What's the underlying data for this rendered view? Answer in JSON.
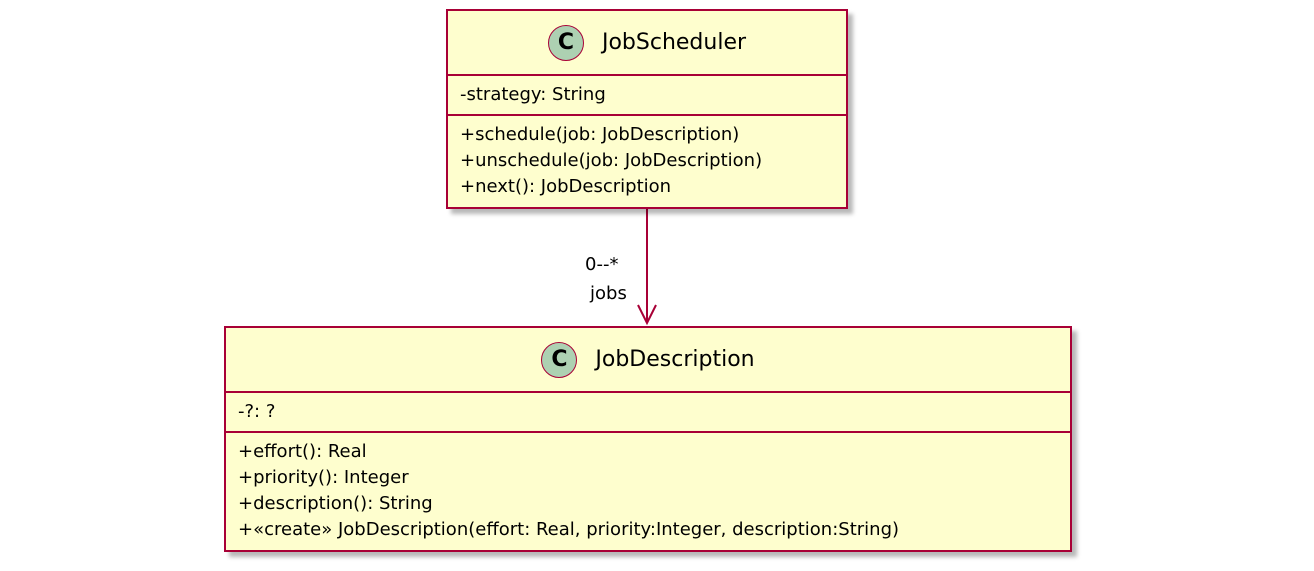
{
  "colors": {
    "class_fill": "#fefece",
    "class_border": "#a80036",
    "badge_fill": "#add1b2",
    "arrow": "#a80036"
  },
  "classes": [
    {
      "badge": "C",
      "name": "JobScheduler",
      "attributes": [
        "-strategy: String"
      ],
      "methods": [
        "+schedule(job: JobDescription)",
        "+unschedule(job: JobDescription)",
        "+next(): JobDescription"
      ]
    },
    {
      "badge": "C",
      "name": "JobDescription",
      "attributes": [
        "-?: ?"
      ],
      "methods": [
        "+effort(): Real",
        "+priority(): Integer",
        "+description(): String",
        "+«create» JobDescription(effort: Real, priority:Integer, description:String)"
      ]
    }
  ],
  "association": {
    "multiplicity": "0--*",
    "role": "jobs"
  }
}
